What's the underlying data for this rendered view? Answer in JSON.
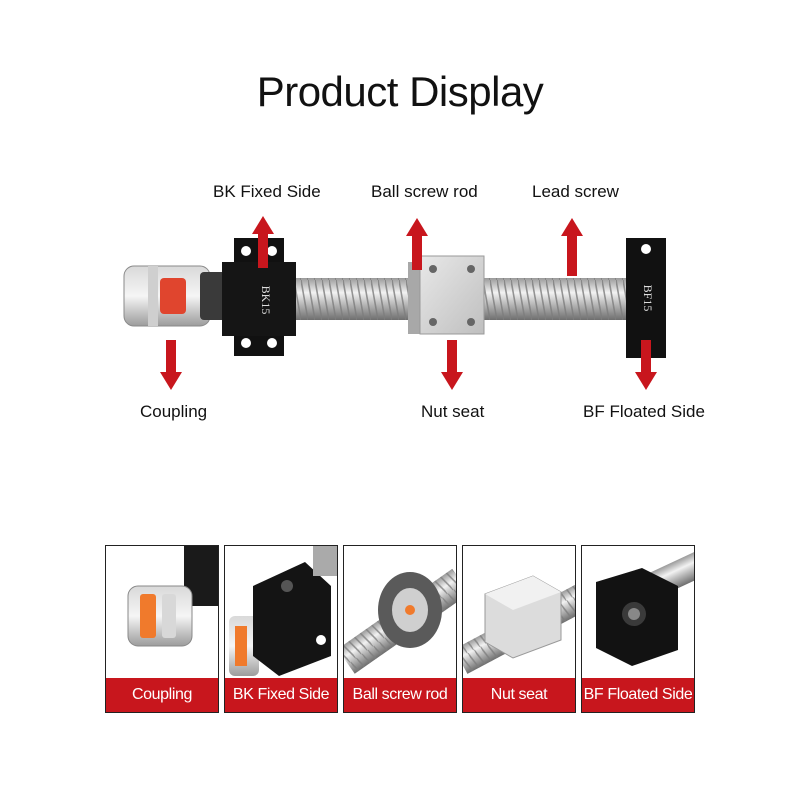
{
  "title": "Product Display",
  "labels": {
    "bk_fixed_side": "BK Fixed Side",
    "ball_screw_rod": "Ball screw rod",
    "lead_screw": "Lead screw",
    "coupling": "Coupling",
    "nut_seat": "Nut seat",
    "bf_floated_side": "BF Floated Side"
  },
  "block_marks": {
    "bk": "BK15",
    "bf": "BF15"
  },
  "cards": [
    {
      "caption": "Coupling"
    },
    {
      "caption": "BK Fixed Side"
    },
    {
      "caption": "Ball screw rod"
    },
    {
      "caption": "Nut seat"
    },
    {
      "caption": "BF Floated Side"
    }
  ],
  "colors": {
    "arrow": "#c8161d",
    "caption_bg": "#c8161d",
    "block": "#111111"
  }
}
